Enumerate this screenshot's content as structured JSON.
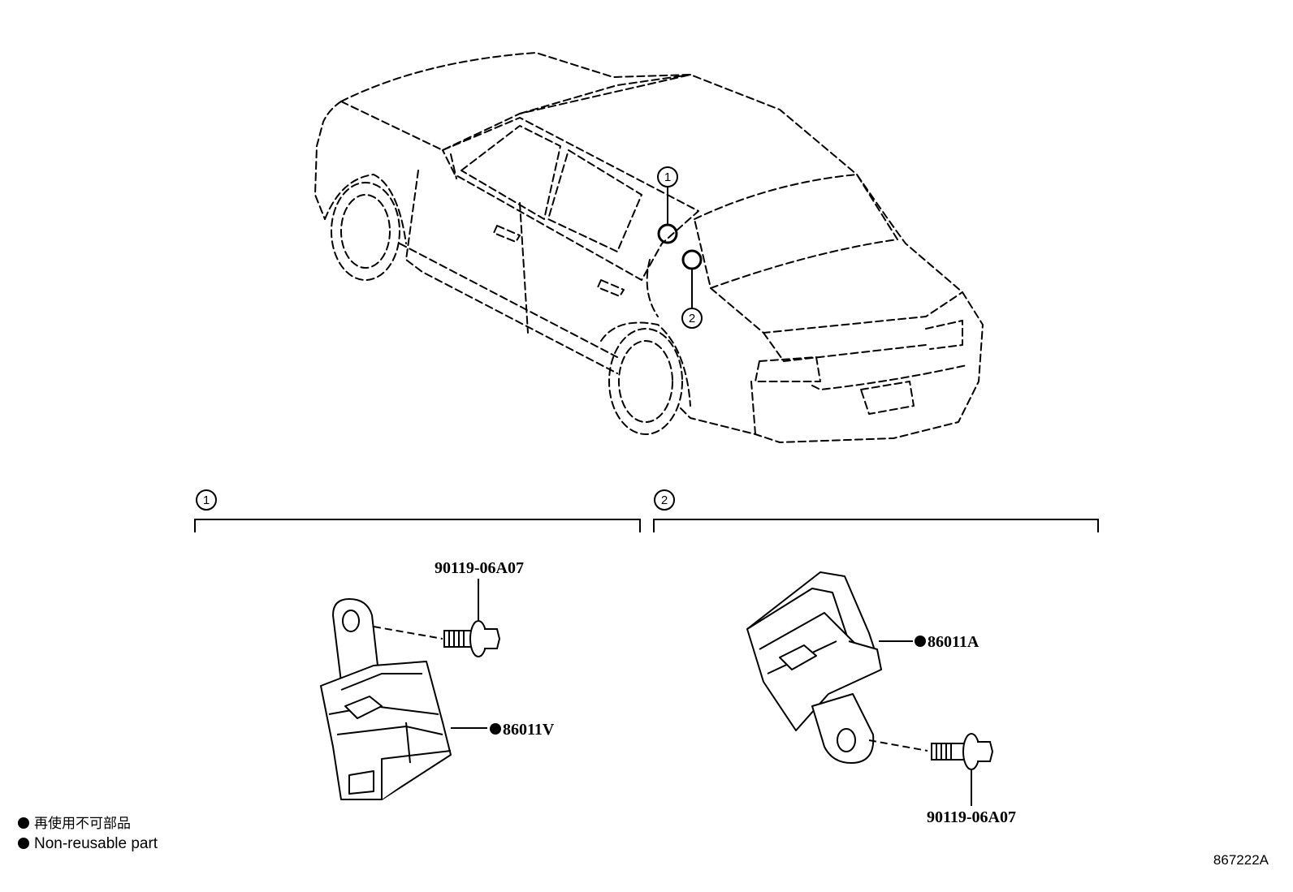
{
  "callouts": [
    {
      "id": "1",
      "label": "1"
    },
    {
      "id": "2",
      "label": "2"
    }
  ],
  "sections": [
    {
      "label": "1",
      "bolt_part": "90119-06A07",
      "module_part": "86011V",
      "module_non_reusable": true
    },
    {
      "label": "2",
      "bolt_part": "90119-06A07",
      "module_part": "86011A",
      "module_non_reusable": true
    }
  ],
  "legend": [
    {
      "marker": "filled-circle",
      "text": "再使用不可部品"
    },
    {
      "marker": "filled-circle",
      "text": "Non-reusable part"
    }
  ],
  "illustration_code": "867222A"
}
